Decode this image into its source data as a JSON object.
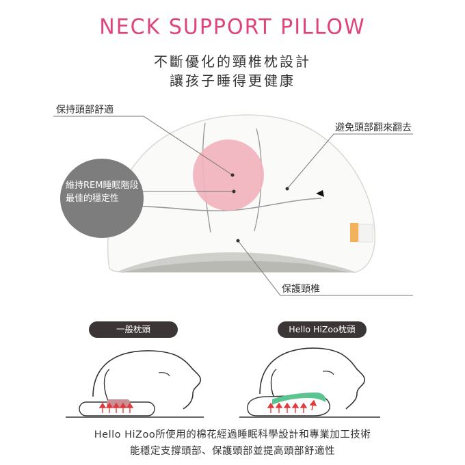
{
  "header": {
    "title": "NECK SUPPORT PILLOW",
    "subtitle_line1": "不斷優化的頸椎枕設計",
    "subtitle_line2": "讓孩子睡得更健康"
  },
  "callouts": {
    "top_left": "保持頭部舒適",
    "top_right": "避免頭部翻來翻去",
    "bubble_line1": "維持REM睡眠階段",
    "bubble_line2": "最佳的穩定性",
    "bottom_right": "保護頸椎"
  },
  "comparison": {
    "left_label": "一般枕頭",
    "right_label": "Hello HiZoo枕頭"
  },
  "footer": {
    "line1": "Hello HiZoo所使用的棉花經過睡眠科學設計和專業加工技術",
    "line2": "能穩定支撐頭部、保護頭部並提高頭部舒適性"
  },
  "colors": {
    "title": "#e0437c",
    "pink_circle": "#f2b3bd",
    "bubble": "#7d7d7d",
    "pill_bg": "#3b3535",
    "regular_pad": "#c98f96",
    "hizoo_pad": "#5cc490",
    "arrow": "#e03a3a"
  }
}
